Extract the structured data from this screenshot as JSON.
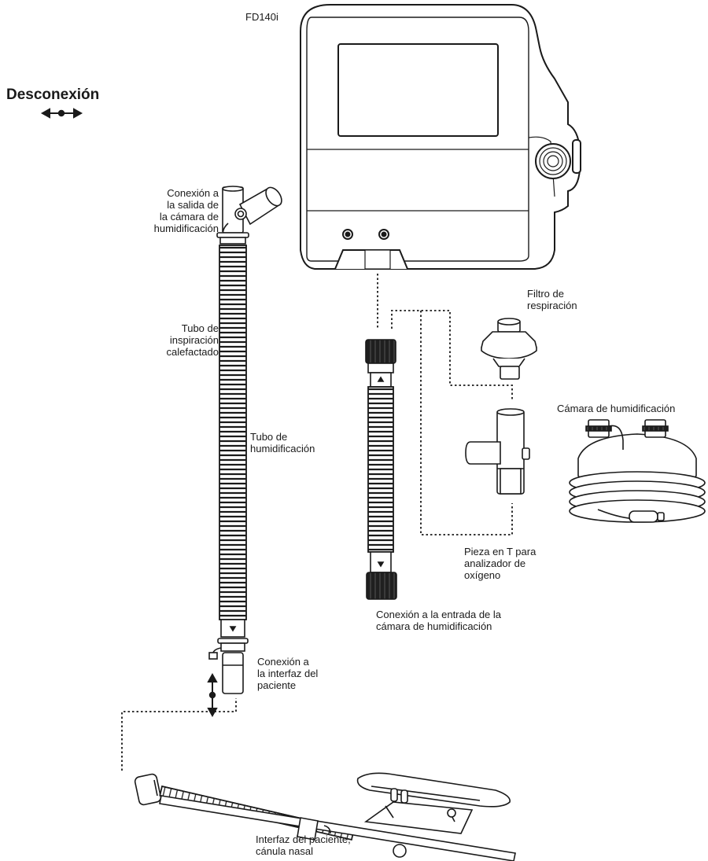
{
  "device": {
    "model": "FD140i"
  },
  "legend": {
    "title": "Desconexión",
    "symbol_icon": "disconnect-arrows-icon"
  },
  "labels": {
    "outlet_connection": "Conexión a\nla salida de\nla cámara de\nhumidificación",
    "heated_inspiratory_tube": "Tubo de\ninspiración\ncalefactado",
    "humidification_tube": "Tubo de\nhumidificación",
    "patient_interface_connection": "Conexión a\nla interfaz del\npaciente",
    "patient_interface": "Interfaz del paciente,\ncánula nasal",
    "breathing_filter": "Filtro de\nrespiración",
    "humidification_chamber": "Cámara de humidificación",
    "oxygen_t_piece": "Pieza en T para\nanalizador de\noxígeno",
    "inlet_connection": "Conexión a la entrada de la\ncámara de humidificación"
  }
}
